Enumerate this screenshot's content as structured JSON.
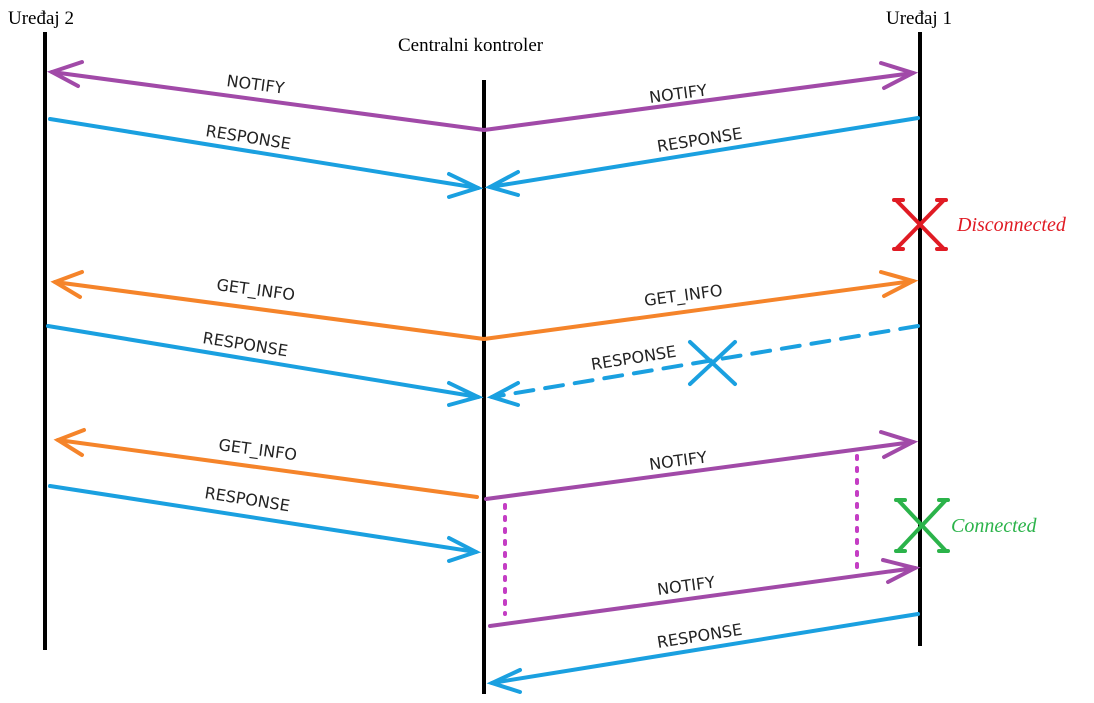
{
  "participants": {
    "device2": "Uređaj 2",
    "controller": "Centralni kontroler",
    "device1": "Uređaj 1"
  },
  "messages": {
    "notify_left_1": "NOTIFY",
    "notify_right_1": "NOTIFY",
    "response_left_1": "RESPONSE",
    "response_right_1": "RESPONSE",
    "getinfo_left_1": "GET_INFO",
    "getinfo_right_1": "GET_INFO",
    "response_left_2": "RESPONSE",
    "response_right_2_lost": "RESPONSE",
    "getinfo_left_2": "GET_INFO",
    "notify_right_2": "NOTIFY",
    "response_left_3": "RESPONSE",
    "notify_right_3": "NOTIFY",
    "response_right_3": "RESPONSE"
  },
  "states": {
    "disconnected": "Disconnected",
    "connected": "Connected"
  },
  "colors": {
    "notify": "#a14aa8",
    "response": "#1aa0e0",
    "get_info": "#f5842a",
    "disconnected": "#e01b24",
    "connected": "#2bb34a",
    "lifeline": "#000000"
  }
}
